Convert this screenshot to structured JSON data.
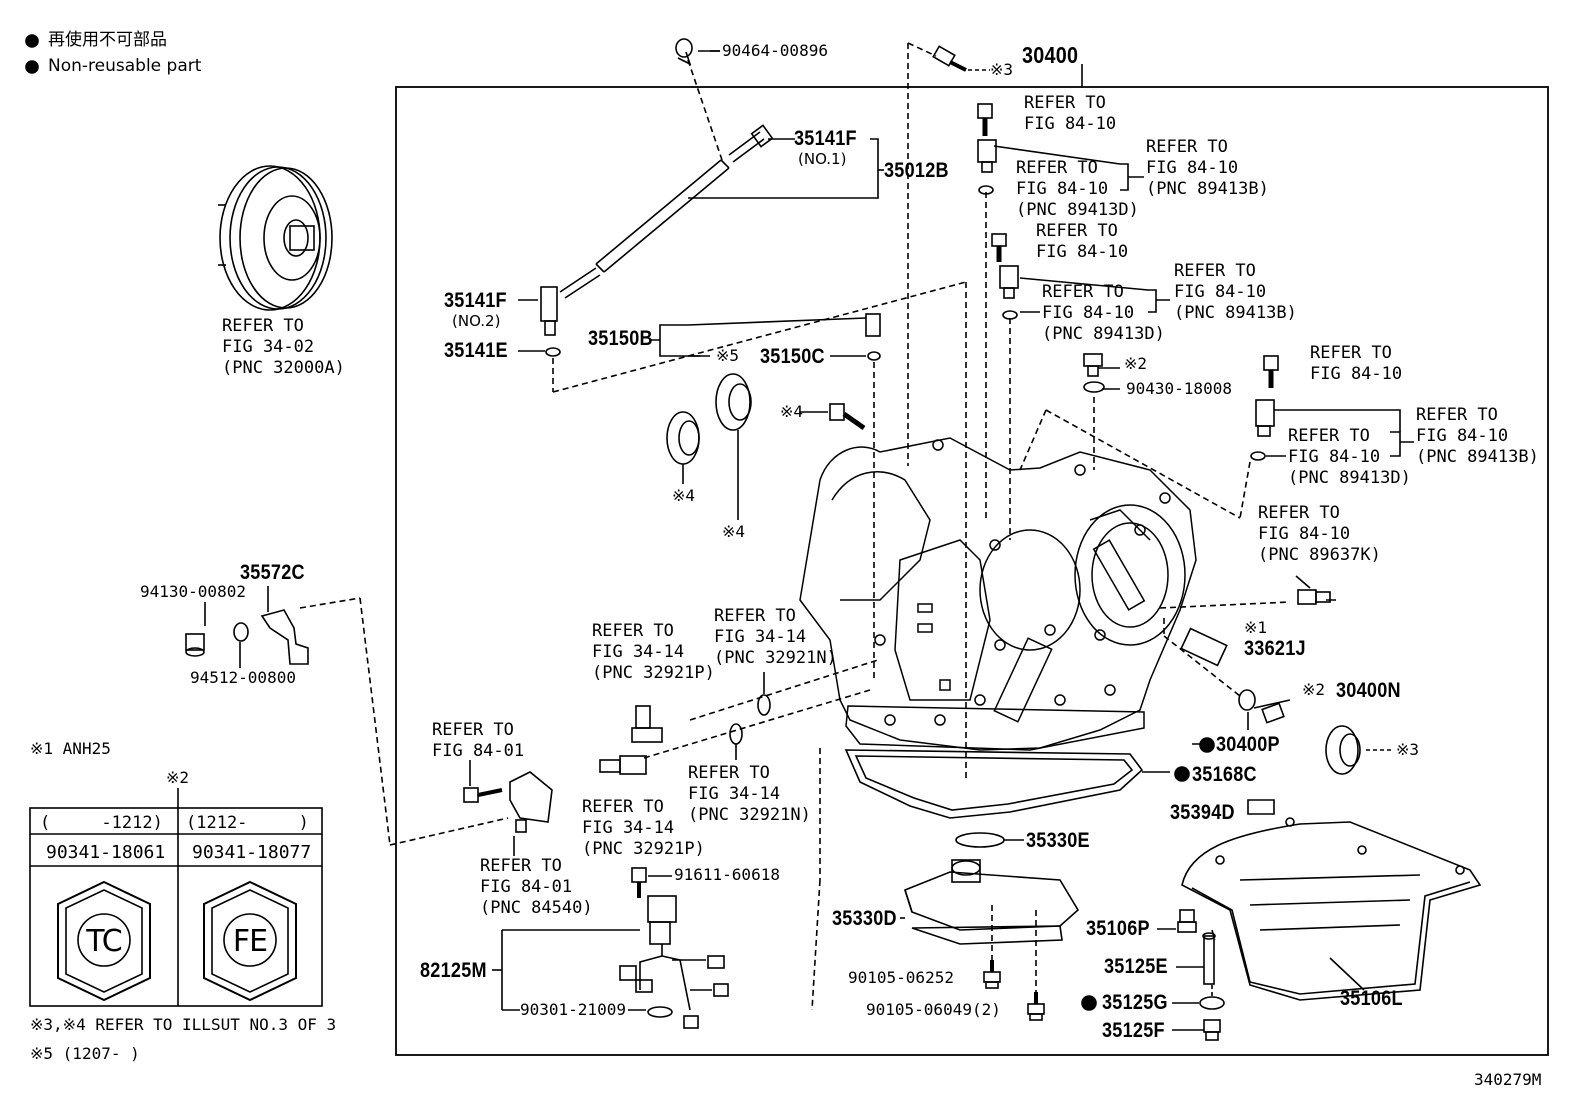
{
  "legend": {
    "jp": "再使用不可部品",
    "en": "Non-reusable part"
  },
  "footnotes": {
    "anh": "※1 ANH25",
    "refer34": "※3,※4 REFER TO ILLSUT NO.3 OF 3",
    "n5": "※5 (1207-      )"
  },
  "table": {
    "marker": "※2",
    "col1_range": "(     -1212)",
    "col2_range": "(1212-     )",
    "col1_part": "90341-18061",
    "col2_part": "90341-18077",
    "col1_hex": "TC",
    "col2hex": "FE"
  },
  "doc_id": "340279M",
  "parts": {
    "p90464": "90464-00896",
    "p30400": "30400",
    "m3a": "※3",
    "p35141f1": "35141F",
    "no1": "(NO.1)",
    "p35012b": "35012B",
    "p35141f2": "35141F",
    "no2": "(NO.2)",
    "p35141e": "35141E",
    "p35150b": "35150B",
    "m5": "※5",
    "p35150c": "35150C",
    "m4a": "※4",
    "m4b": "※4",
    "m4c": "※4",
    "p35572c": "35572C",
    "p94130": "94130-00802",
    "p94512": "94512-00800",
    "m2a": "※2",
    "p90430": "90430-18008",
    "m1": "※1",
    "p33621j": "33621J",
    "m2b": "※2",
    "p30400n": "30400N",
    "p30400p": "30400P",
    "m3b": "※3",
    "p35168c": "35168C",
    "p35394d": "35394D",
    "p35330e": "35330E",
    "p91611": "91611-60618",
    "p35330d": "35330D",
    "p35106p": "35106P",
    "p35125e": "35125E",
    "p35125g": "35125G",
    "p35125f": "35125F",
    "p35106l": "35106L",
    "p82125m": "82125M",
    "p90301": "90301-21009",
    "p90105a": "90105-06252",
    "p90105b": "90105-06049(2)"
  },
  "refs": {
    "r_conv": "REFER TO\nFIG 34-02\n(PNC 32000A)",
    "r_a1": "REFER TO\nFIG 84-10",
    "r_a2": "REFER TO\nFIG 84-10\n(PNC 89413D)",
    "r_a3": "REFER TO\nFIG 84-10\n(PNC 89413B)",
    "r_b1": "REFER TO\nFIG 84-10",
    "r_b2": "REFER TO\nFIG 84-10\n(PNC 89413D)",
    "r_b3": "REFER TO\nFIG 84-10\n(PNC 89413B)",
    "r_c1": "REFER TO\nFIG 84-10",
    "r_c2": "REFER TO\nFIG 84-10\n(PNC 89413D)",
    "r_c3": "REFER TO\nFIG 84-10\n(PNC 89413B)",
    "r_d": "REFER TO\nFIG 84-10\n(PNC 89637K)",
    "r_e1": "REFER TO\nFIG 34-14\n(PNC 32921P)",
    "r_e2": "REFER TO\nFIG 34-14\n(PNC 32921N)",
    "r_e3": "REFER TO\nFIG 34-14\n(PNC 32921N)",
    "r_e4": "REFER TO\nFIG 34-14\n(PNC 32921P)",
    "r_f1": "REFER TO\nFIG 84-01",
    "r_f2": "REFER TO\nFIG 84-01\n(PNC 84540)"
  }
}
